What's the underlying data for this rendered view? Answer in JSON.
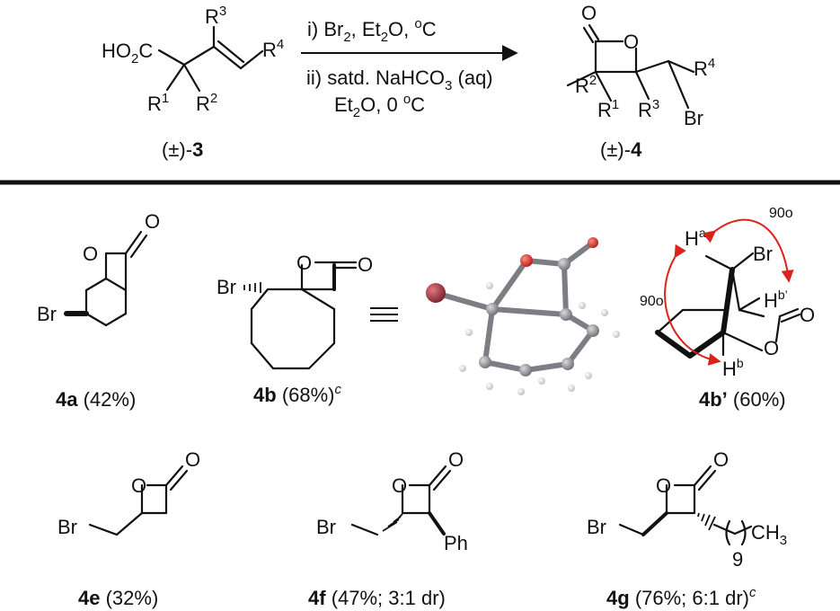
{
  "reaction": {
    "reactant_label": "(±)-3",
    "product_label": "(±)-4",
    "step1": "i) Br2, Et2O, oC",
    "step2": "ii) satd. NaHCO3 (aq)",
    "step3": "Et2O, 0 oC",
    "r_groups": [
      "R1",
      "R2",
      "R3",
      "R4"
    ]
  },
  "compounds": [
    {
      "id": "4a",
      "yield": "(42%)",
      "note": ""
    },
    {
      "id": "4b",
      "yield": "(68%)",
      "note": "c"
    },
    {
      "id": "4b’",
      "yield": "(60%)",
      "note": ""
    },
    {
      "id": "4e",
      "yield": "(32%)",
      "note": ""
    },
    {
      "id": "4f",
      "yield": "(47%; 3:1 dr)",
      "note": ""
    },
    {
      "id": "4g",
      "yield": "(76%; 6:1 dr)",
      "note": "c"
    }
  ],
  "annotations": {
    "angle_top": "90o",
    "angle_left": "90o"
  },
  "colors": {
    "oxygen": "#d8241c",
    "carbon": "#8c8c92",
    "bromine": "#a8323a",
    "hydrogen": "#e6e6e6",
    "arrow": "#d8241c"
  }
}
